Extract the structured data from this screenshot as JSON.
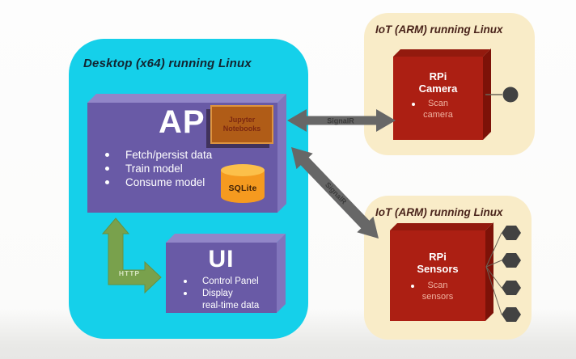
{
  "colors": {
    "desktop_panel": "#15d0ea",
    "iot_panel": "#f9ecc8",
    "purple_box_front": "#695aa6",
    "red_box_front": "#ac1f13",
    "jupyter_box": "#b05c17",
    "sqlite_cylinder": "#f59a1f",
    "http_arrow_green": "#79a14c",
    "signalr_arrow_gray": "#676767",
    "node_shapes_gray": "#424242"
  },
  "desktop": {
    "title": "Desktop (x64) running Linux",
    "api": {
      "title": "API",
      "bullets": [
        "Fetch/persist data",
        "Train model",
        "Consume model"
      ],
      "jupyter_line1": "Jupyter",
      "jupyter_line2": "Notebooks",
      "sqlite_label": "SQLite"
    },
    "ui": {
      "title": "UI",
      "bullet1": "Control Panel",
      "bullet2_line1": "Display",
      "bullet2_line2": "real-time data"
    },
    "http_label": "HTTP"
  },
  "iot_camera": {
    "title": "IoT (ARM) running Linux",
    "device_line1": "RPi",
    "device_line2": "Camera",
    "bullet_line1": "Scan",
    "bullet_line2": "camera"
  },
  "iot_sensors": {
    "title": "IoT (ARM) running Linux",
    "device_line1": "RPi",
    "device_line2": "Sensors",
    "bullet_line1": "Scan",
    "bullet_line2": "sensors"
  },
  "connections": {
    "signalr_camera_label": "SignalR",
    "signalr_sensors_label": "SignalR"
  }
}
